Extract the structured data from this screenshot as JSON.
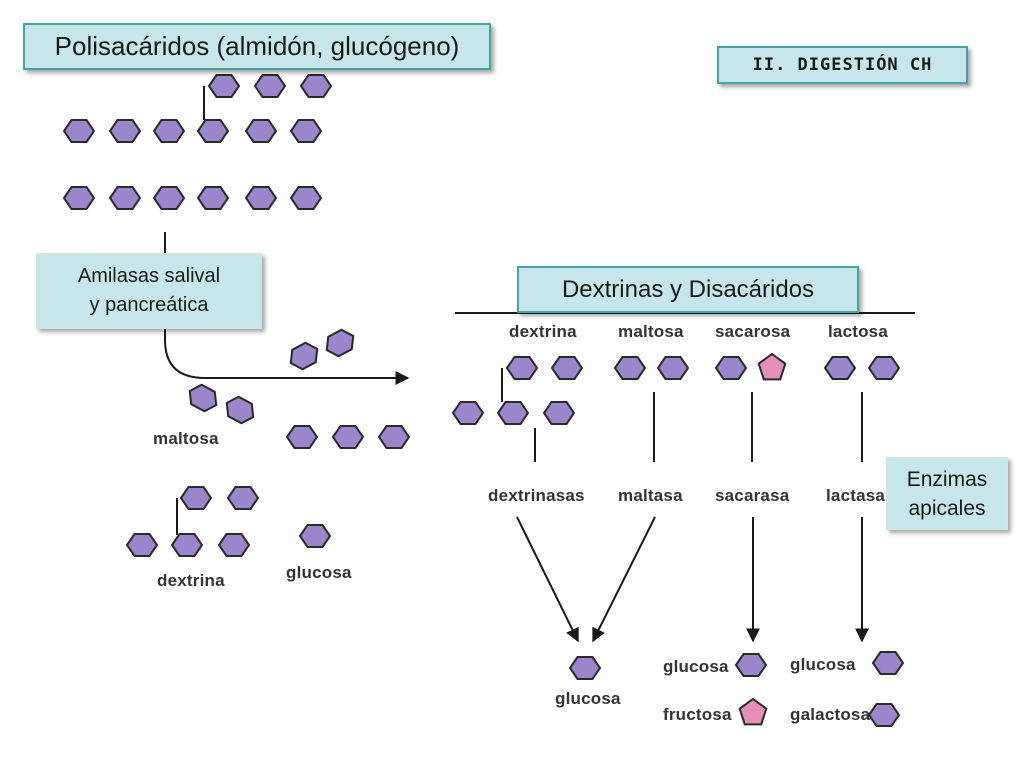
{
  "title": "Polisacáridos (almidón, glucógeno)",
  "section": "II. DIGESTIÓN CH",
  "amylase": {
    "line1": "Amilasas salival",
    "line2": "y pancreática"
  },
  "products_title": "Dextrinas y Disacáridos",
  "enzymes": {
    "line1": "Enzimas",
    "line2": "apicales"
  },
  "left_labels": {
    "maltosa": "maltosa",
    "dextrina": "dextrina",
    "glucosa": "glucosa"
  },
  "columns": {
    "dextrina": "dextrina",
    "maltosa": "maltosa",
    "sacarosa": "sacarosa",
    "lactosa": "lactosa"
  },
  "enzyme_labels": {
    "dextrinasas": "dextrinasas",
    "maltasa": "maltasa",
    "sacarasa": "sacarasa",
    "lactasa": "lactasa"
  },
  "results": {
    "glucosa_center": "glucosa",
    "glucosa_sac": "glucosa",
    "fructosa": "fructosa",
    "glucosa_lac": "glucosa",
    "galactosa": "galactosa"
  },
  "colors": {
    "hexagon": "#9b85cb",
    "pentagon": "#e58fb8",
    "stroke": "#2a2a2a",
    "box_fill": "#c7e6ea",
    "box_border": "#45a3a8"
  }
}
